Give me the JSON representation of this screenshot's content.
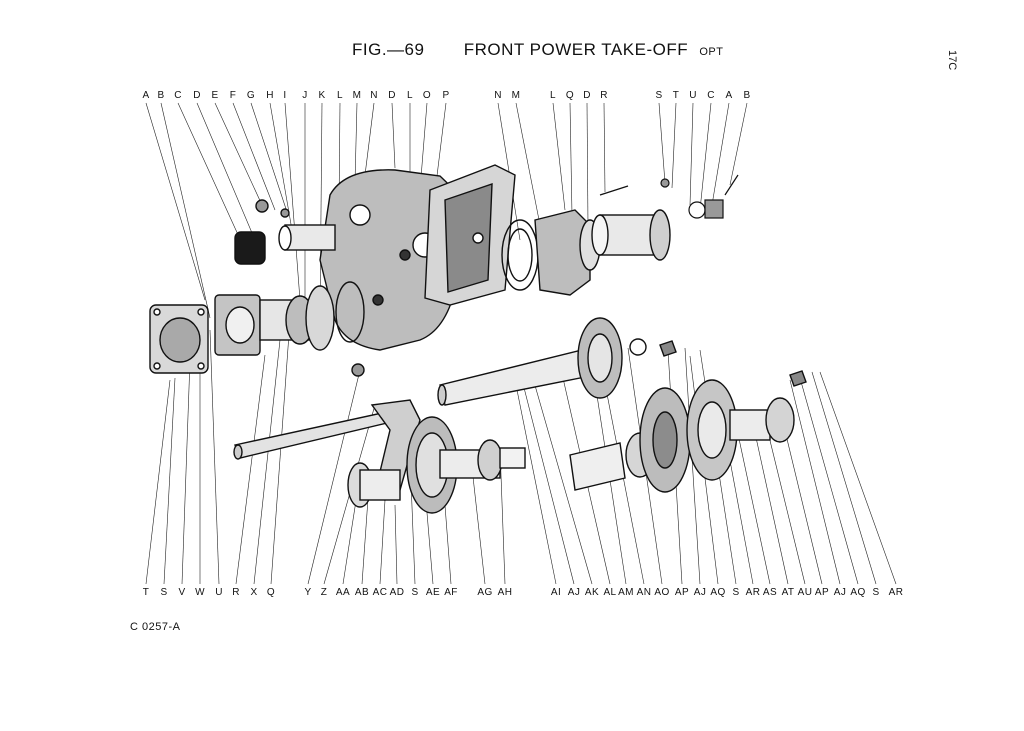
{
  "figure": {
    "number": "FIG.—69",
    "title": "FRONT POWER TAKE-OFF",
    "suffix": "OPT"
  },
  "page_number": "17C",
  "drawing_code": "C 0257-A",
  "top_labels": [
    "A",
    "B",
    "C",
    "D",
    "E",
    "F",
    "G",
    "H",
    "I",
    "J",
    "K",
    "L",
    "M",
    "N",
    "D",
    "L",
    "O",
    "P",
    "N",
    "M",
    "L",
    "Q",
    "D",
    "R",
    "S",
    "T",
    "U",
    "C",
    "A",
    "B"
  ],
  "bottom_labels": [
    "T",
    "S",
    "V",
    "W",
    "U",
    "R",
    "X",
    "Q",
    "Y",
    "Z",
    "AA",
    "AB",
    "AC",
    "AD",
    "S",
    "AE",
    "AF",
    "AG",
    "AH",
    "AI",
    "AJ",
    "AK",
    "AL",
    "AM",
    "AN",
    "AO",
    "AP",
    "AJ",
    "AQ",
    "S",
    "AR",
    "AS",
    "AT",
    "AU",
    "AP",
    "AJ",
    "AQ",
    "S",
    "AR"
  ]
}
